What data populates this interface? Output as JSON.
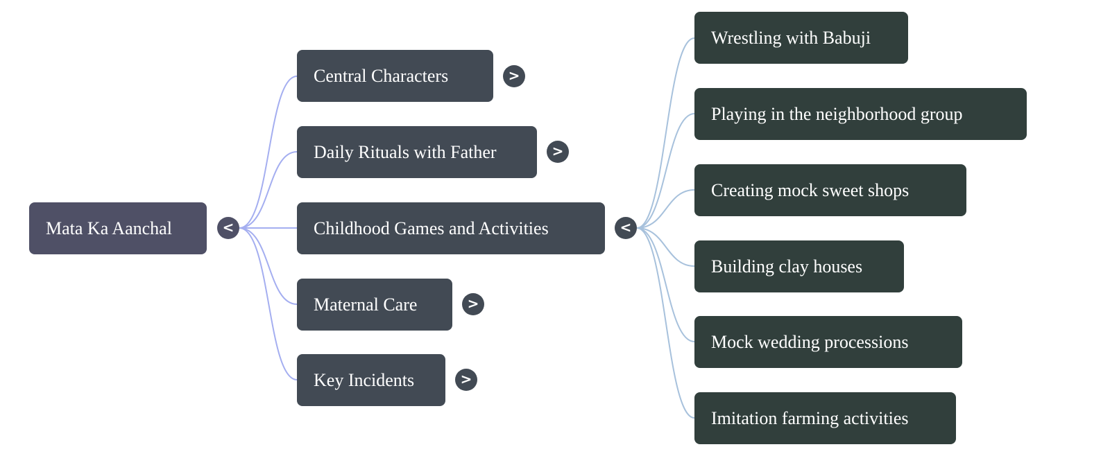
{
  "mindmap": {
    "root": {
      "label": "Mata Ka Aanchal",
      "toggle": "<"
    },
    "branches": [
      {
        "label": "Central Characters",
        "toggle": ">"
      },
      {
        "label": "Daily Rituals with Father",
        "toggle": ">"
      },
      {
        "label": "Childhood Games and Activities",
        "toggle": "<",
        "children": [
          "Wrestling with Babuji",
          "Playing in the neighborhood group",
          "Creating mock sweet shops",
          "Building clay houses",
          "Mock wedding processions",
          "Imitation farming activities"
        ]
      },
      {
        "label": "Maternal Care",
        "toggle": ">"
      },
      {
        "label": "Key Incidents",
        "toggle": ">"
      }
    ]
  },
  "colors": {
    "root_fill": "#4f5066",
    "branch_fill": "#424a54",
    "leaf_fill": "#313f3c",
    "root_link": "#a4aef0",
    "branch_link": "#a7c1dc"
  }
}
